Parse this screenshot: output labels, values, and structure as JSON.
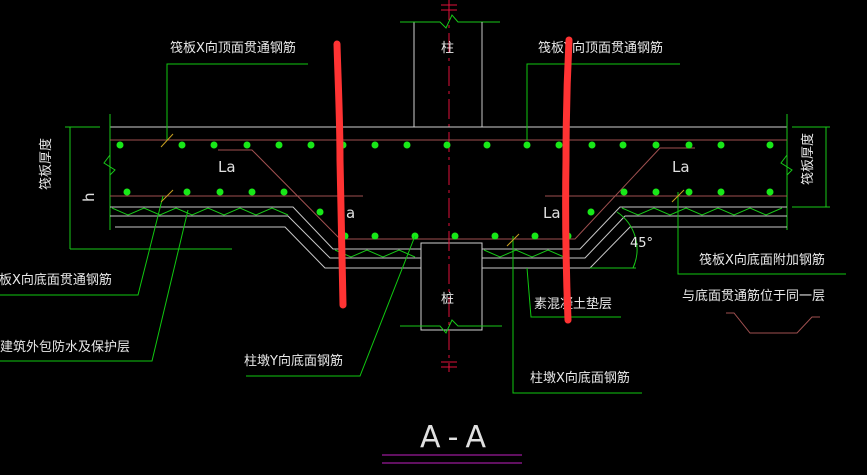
{
  "drawing": {
    "title": "A-A",
    "labels": {
      "top_x": "筏板X向顶面贯通钢筋",
      "top_y": "筏板Y向顶面贯通钢筋",
      "bottom_x": "筏板X向底面贯通钢筋",
      "waterproof": "建筑外包防水及保护层",
      "cap_y": "柱墩Y向底面钢筋",
      "cap_x": "柱墩X向底面钢筋",
      "cushion": "素混凝土垫层",
      "extra_x": "筏板X向底面附加钢筋",
      "extra_note": "与底面贯通筋位于同一层",
      "column": "柱",
      "pile": "桩",
      "la_1": "La",
      "la_2": "a",
      "la_3": "La",
      "la_4": "La",
      "h": "h",
      "angle": "45°",
      "dim_left": "筏板厚度",
      "dim_right": "筏板厚度"
    },
    "colors": {
      "background": "#000000",
      "rebar": "#18e818",
      "bar_line": "#a05050",
      "outline": "#d0d0d0",
      "leader": "#10c810",
      "markup": "#ff3333",
      "axis": "#e0103a",
      "title_underline": "#c020c0"
    }
  }
}
